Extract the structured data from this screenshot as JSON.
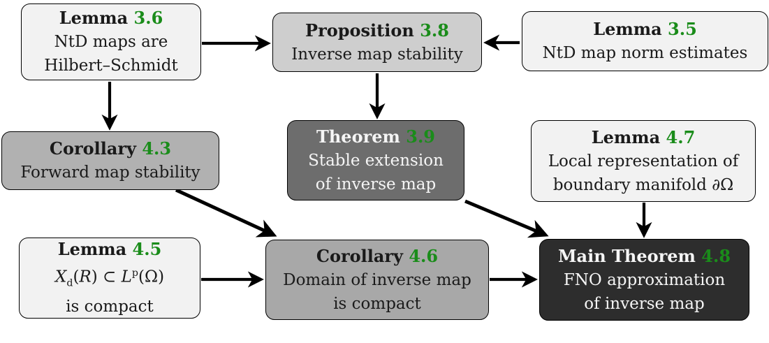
{
  "figure": {
    "background_color": "#ffffff",
    "number_color": "#1a8c1a",
    "arrow_color": "#000000",
    "nodes": [
      {
        "id": "lemma-3-6",
        "kind": "Lemma",
        "number": "3.6",
        "bg": "#f2f2f2",
        "lines": [
          "NtD maps are",
          "Hilbert–Schmidt"
        ]
      },
      {
        "id": "proposition-3-8",
        "kind": "Proposition",
        "number": "3.8",
        "bg": "#cecece",
        "lines": [
          "Inverse map stability"
        ]
      },
      {
        "id": "lemma-3-5",
        "kind": "Lemma",
        "number": "3.5",
        "bg": "#f2f2f2",
        "lines": [
          "NtD map norm estimates"
        ]
      },
      {
        "id": "corollary-4-3",
        "kind": "Corollary",
        "number": "4.3",
        "bg": "#b1b1b1",
        "lines": [
          "Forward map stability"
        ]
      },
      {
        "id": "theorem-3-9",
        "kind": "Theorem",
        "number": "3.9",
        "bg": "#6d6d6d",
        "lines": [
          "Stable extension",
          "of inverse map"
        ]
      },
      {
        "id": "lemma-4-7",
        "kind": "Lemma",
        "number": "4.7",
        "bg": "#f2f2f2",
        "lines": [
          "Local representation of",
          "boundary manifold ∂Ω"
        ]
      },
      {
        "id": "lemma-4-5",
        "kind": "Lemma",
        "number": "4.5",
        "bg": "#f2f2f2",
        "math_line_html": "<i>X</i><sub>d</sub>(<i>R</i>) ⊂ <i>L</i><sup>p</sup>(Ω)",
        "lines": [
          "is compact"
        ]
      },
      {
        "id": "corollary-4-6",
        "kind": "Corollary",
        "number": "4.6",
        "bg": "#a8a8a8",
        "lines": [
          "Domain of inverse map",
          "is compact"
        ]
      },
      {
        "id": "main-theorem-4-8",
        "kind": "Main Theorem",
        "number": "4.8",
        "bg": "#2d2d2d",
        "lines": [
          "FNO approximation",
          "of inverse map"
        ]
      }
    ],
    "edges": [
      {
        "from": "lemma-3-6",
        "to": "proposition-3-8"
      },
      {
        "from": "lemma-3-5",
        "to": "proposition-3-8"
      },
      {
        "from": "proposition-3-8",
        "to": "theorem-3-9"
      },
      {
        "from": "lemma-3-6",
        "to": "corollary-4-3"
      },
      {
        "from": "corollary-4-3",
        "to": "corollary-4-6"
      },
      {
        "from": "theorem-3-9",
        "to": "main-theorem-4-8"
      },
      {
        "from": "lemma-4-7",
        "to": "main-theorem-4-8"
      },
      {
        "from": "lemma-4-5",
        "to": "corollary-4-6"
      },
      {
        "from": "corollary-4-6",
        "to": "main-theorem-4-8"
      }
    ]
  }
}
